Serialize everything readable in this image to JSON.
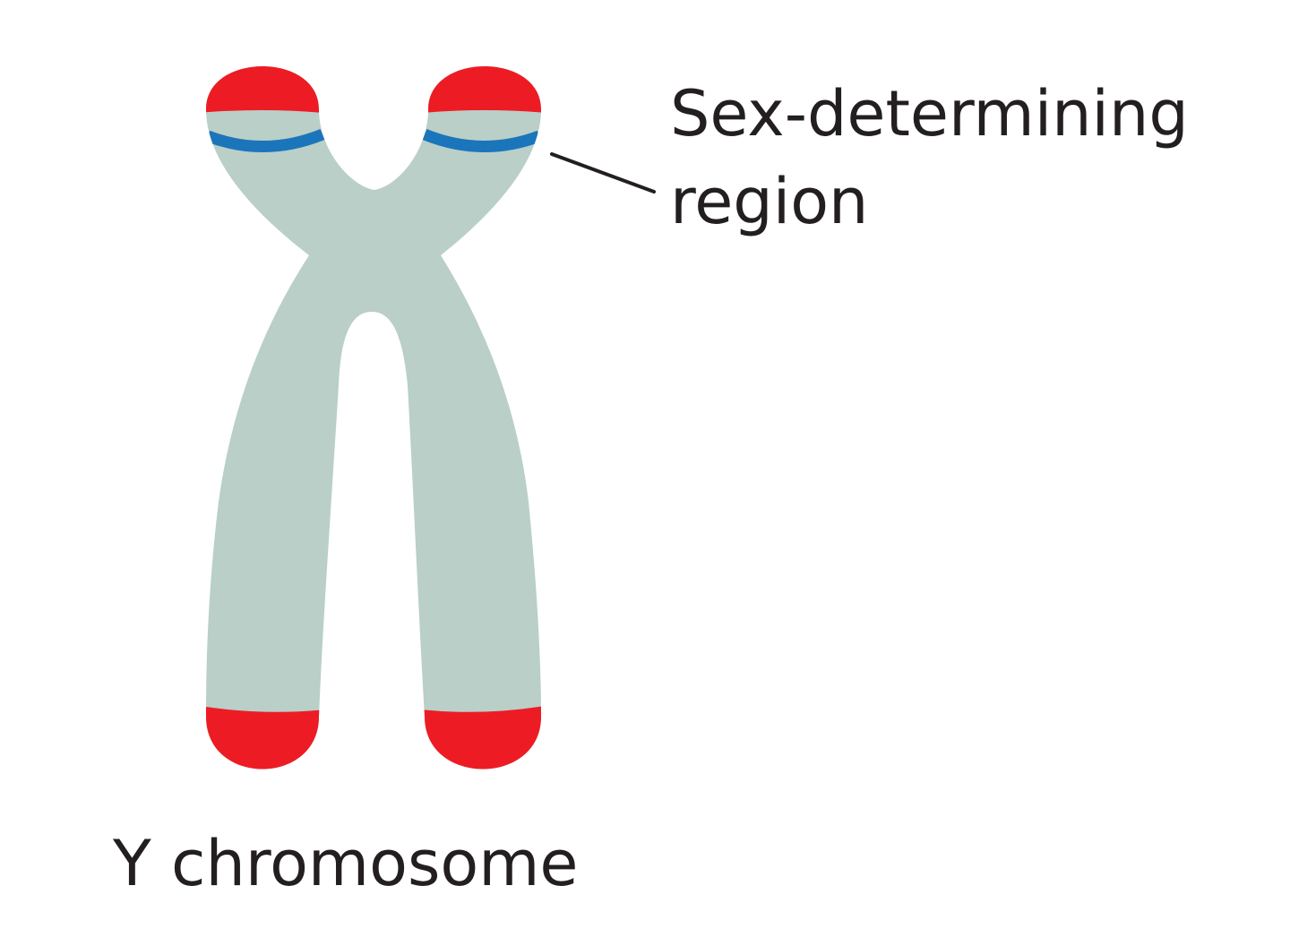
{
  "labels": {
    "region_line1": "Sex-determining",
    "region_line2": "region",
    "chromosome": "Y chromosome"
  },
  "colors": {
    "chromatid": "#b9cfc8",
    "telomere_cap": "#ed1c24",
    "sry_band": "#1b75bb",
    "text": "#231f20",
    "background": "#ffffff"
  }
}
